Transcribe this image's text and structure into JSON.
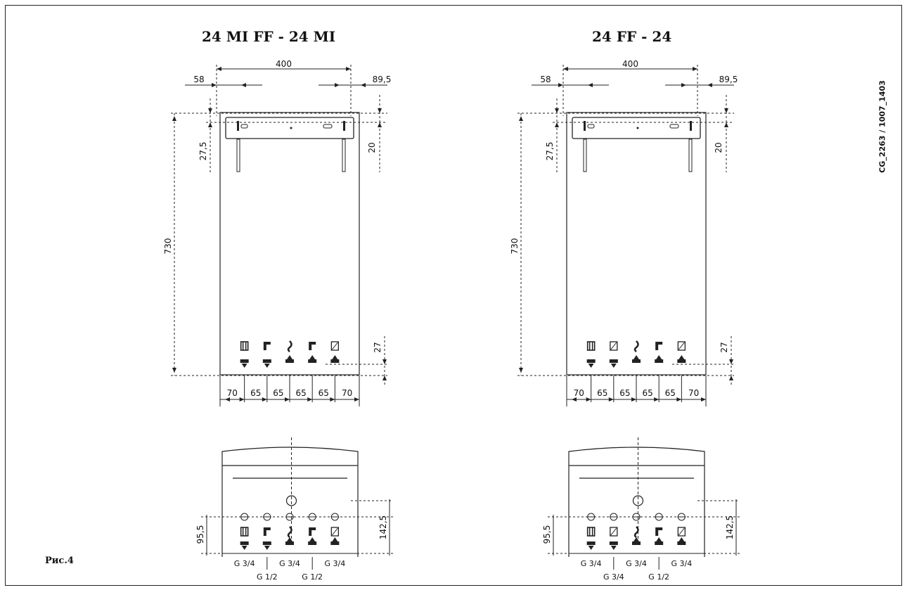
{
  "figure_label": "Рис.4",
  "drawing_code": "CG_2263 / 1007_1403",
  "models": [
    {
      "title": "24 MI FF - 24 MI",
      "dims": {
        "width": "400",
        "left_offset": "58",
        "right_offset": "89,5",
        "height": "730",
        "bracket_left": "27,5",
        "bracket_right": "20",
        "bottom": "27"
      },
      "spacings": [
        "70",
        "65",
        "65",
        "65",
        "65",
        "70"
      ],
      "bottom_dims": {
        "left": "95,5",
        "right": "142,5"
      },
      "connections_top": [
        "G 3/4",
        "G 3/4",
        "G 3/4"
      ],
      "connections_bottom": [
        "G 1/2",
        "G 1/2"
      ]
    },
    {
      "title": "24 FF - 24",
      "dims": {
        "width": "400",
        "left_offset": "58",
        "right_offset": "89,5",
        "height": "730",
        "bracket_left": "27,5",
        "bracket_right": "20",
        "bottom": "27"
      },
      "spacings": [
        "70",
        "65",
        "65",
        "65",
        "65",
        "70"
      ],
      "bottom_dims": {
        "left": "95,5",
        "right": "142,5"
      },
      "connections_top": [
        "G 3/4",
        "G 3/4",
        "G 3/4"
      ],
      "connections_bottom": [
        "G 3/4",
        "G 1/2"
      ]
    }
  ]
}
